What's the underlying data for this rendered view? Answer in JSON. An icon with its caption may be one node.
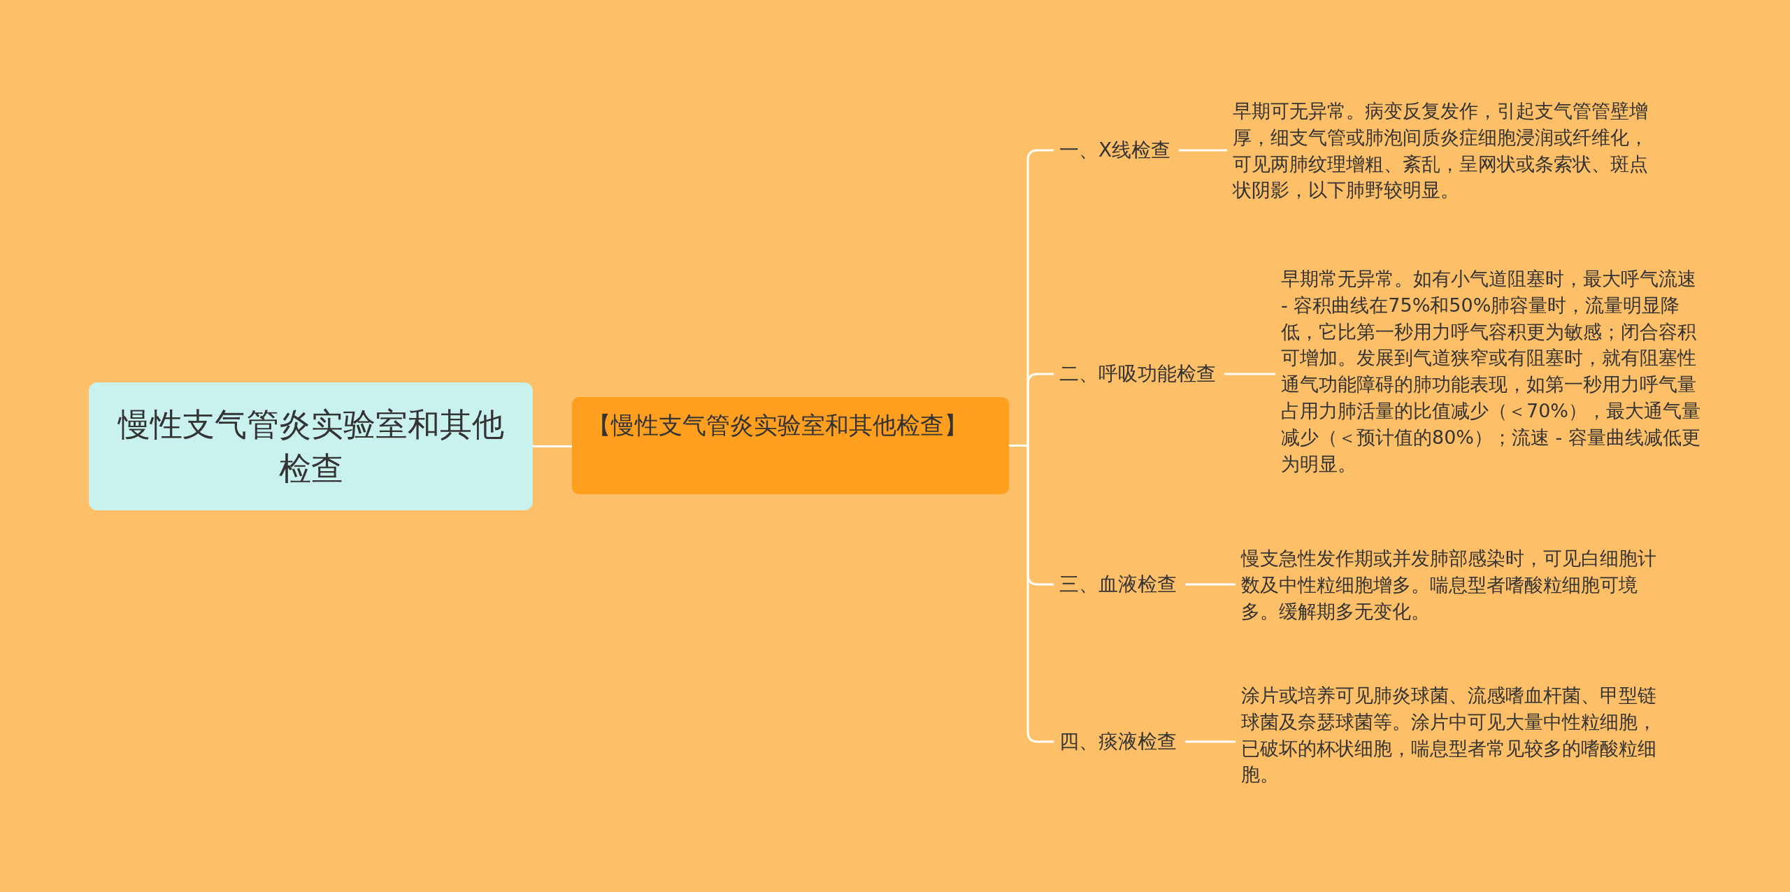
{
  "diagram": {
    "nodes": [
      {
        "text": [
          "慢性支气管炎实验室和其他检查"
        ]
      },
      {
        "text": [
          "【慢性支气管炎实验室和其他检查】"
        ]
      },
      {
        "text": [
          "一、X线检查"
        ]
      },
      {
        "text": [
          "二、呼吸功能检查"
        ]
      },
      {
        "text": [
          "三、血液检查"
        ]
      },
      {
        "text": [
          "四、痰液检查"
        ]
      },
      {
        "text": [
          "早期可无异常。病变反复发作，引起支气管管壁增厚，细支气管或肺泡间质炎症细胞浸润或纤维化，可见两肺纹理增粗、紊乱，呈网状或条索状、斑点状阴影，以下肺野较明显。"
        ]
      },
      {
        "text": [
          "早期常无异常。如有小气道阻塞时，最大呼气流速 - 容积曲线在75%和50%肺容量时，流量明显降低，它比第一秒用力呼气容积更为敏感；闭合容积可增加。发展到气道狭窄或有阻塞时，就有阻塞性通气功能障碍的肺功能表现，如第一秒用力呼气量占用力肺活量的比值减少（＜70%），最大通气量减少（＜预计值的80%）；流速 - 容量曲线减低更为明显。"
        ]
      },
      {
        "text": [
          "慢支急性发作期或并发肺部感染时，可见白细胞计数及中性粒细胞增多。喘息型者嗜酸粒细胞可境多。缓解期多无变化。"
        ]
      },
      {
        "text": [
          "涂片或培养可见肺炎球菌、流感嗜血杆菌、甲型链球菌及奈瑟球菌等。涂片中可见大量中性粒细胞，已破坏的杯状细胞，喘息型者常见较多的嗜酸粒细胞。"
        ]
      }
    ],
    "edges": [
      {
        "from": 0,
        "to": 1,
        "arrow": "none"
      },
      {
        "from": 1,
        "to": 2,
        "arrow": "none"
      },
      {
        "from": 1,
        "to": 3,
        "arrow": "none"
      },
      {
        "from": 1,
        "to": 4,
        "arrow": "none"
      },
      {
        "from": 1,
        "to": 5,
        "arrow": "none"
      },
      {
        "from": 2,
        "to": 6,
        "arrow": "none"
      },
      {
        "from": 3,
        "to": 7,
        "arrow": "none"
      },
      {
        "from": 4,
        "to": 8,
        "arrow": "none"
      },
      {
        "from": 5,
        "to": 9,
        "arrow": "none"
      }
    ]
  }
}
